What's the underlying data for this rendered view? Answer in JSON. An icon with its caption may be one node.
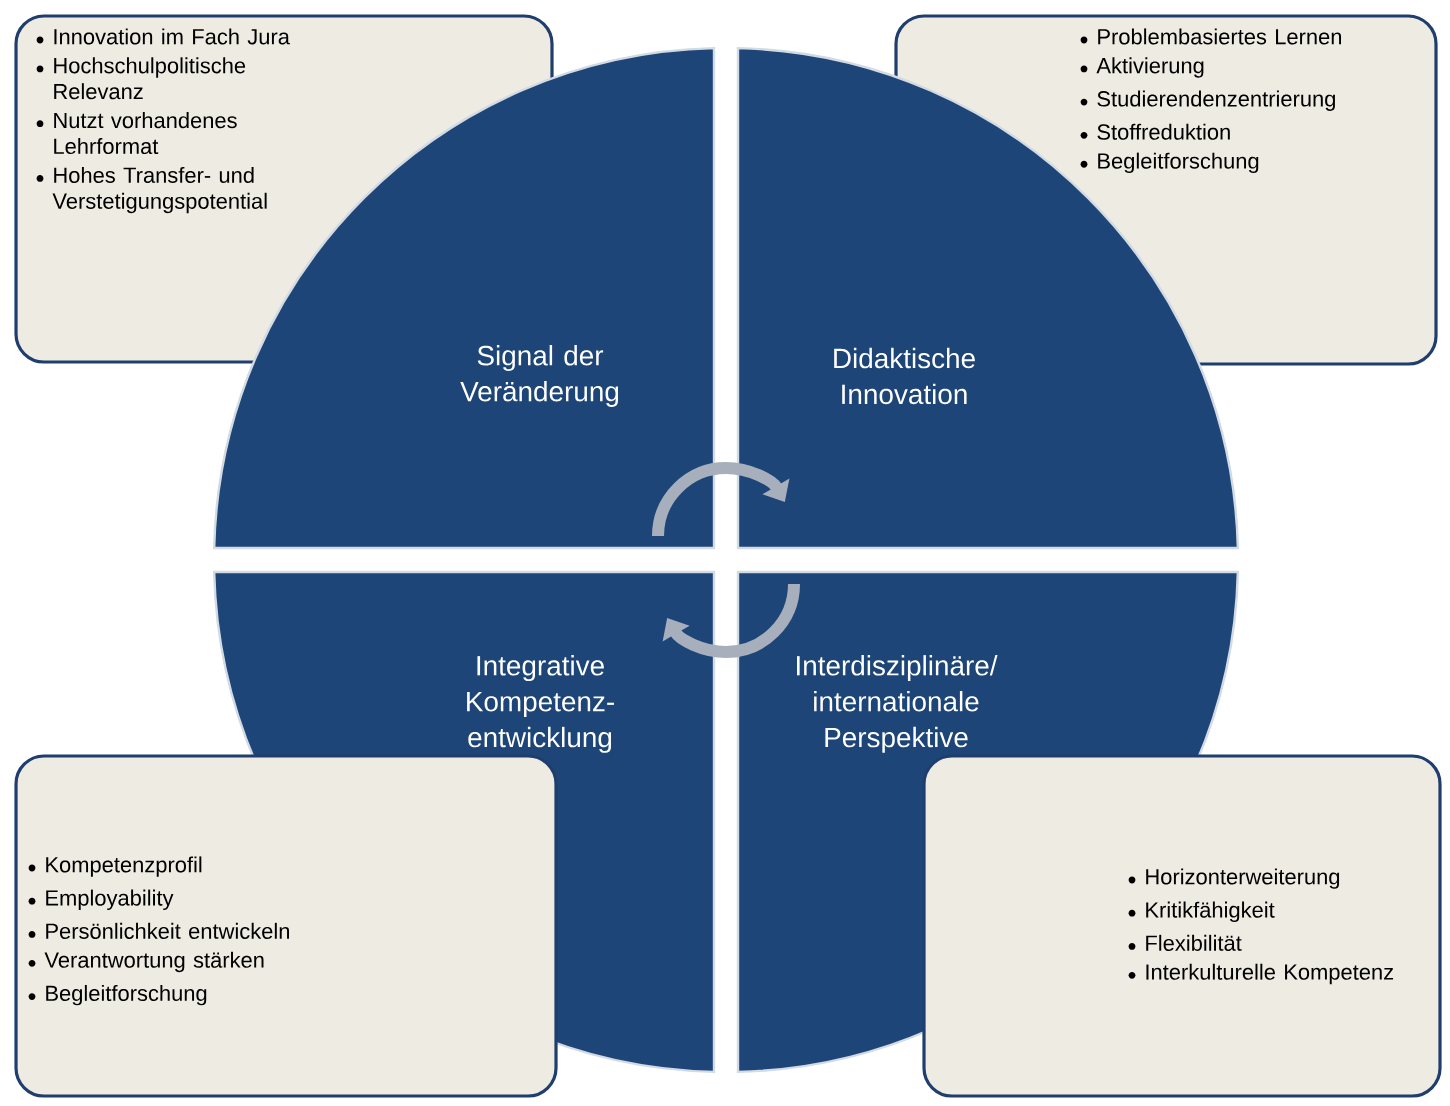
{
  "diagram": {
    "nodes": [
      {
        "text": [
          "Innovation im Fach Jura",
          "Hochschulpolitische Relevanz",
          "Nutzt vorhandenes Lehrformat",
          "Hohes Transfer- und Verstetigungspotential"
        ]
      },
      {
        "text": [
          "Problembasiertes Lernen",
          "Aktivierung",
          "Studierendenzentrierung",
          "Stoffreduktion",
          "Begleitforschung"
        ]
      },
      {
        "text": [
          "Signal der Veränderung"
        ]
      },
      {
        "text": [
          "Didaktische Innovation"
        ]
      },
      {
        "text": [
          "Integrative Kompetenz- entwicklung"
        ]
      },
      {
        "text": [
          "Interdisziplinäre/ internationale Perspektive"
        ]
      },
      {
        "text": [
          "Kompetenzprofil",
          "Employability",
          "Persönlichkeit entwickeln",
          "Verantwortung stärken",
          "Begleitforschung"
        ]
      },
      {
        "text": [
          "Horizonterweiterung",
          "Kritikfähigkeit",
          "Flexibilität",
          "Interkulturelle Kompetenz"
        ]
      }
    ],
    "edges": [
      {
        "from": 2,
        "to": 3,
        "arrow": "to"
      },
      {
        "from": 5,
        "to": 4,
        "arrow": "to"
      }
    ]
  }
}
